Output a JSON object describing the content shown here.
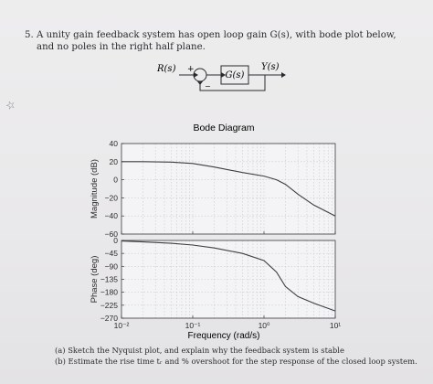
{
  "problem": {
    "number": "5.",
    "text": "A unity gain feedback system has open loop gain G(s), with bode plot below, and no poles in the right half plane."
  },
  "block_diagram": {
    "input_label": "R(s)",
    "output_label": "Y(s)",
    "block_label": "G(s)",
    "plus_sign": "+",
    "minus_sign": "−"
  },
  "pen_mark": "☆",
  "chart_data": {
    "type": "line",
    "title": "Bode Diagram",
    "xlabel": "Frequency (rad/s)",
    "x_scale": "log",
    "xlim": [
      0.01,
      10
    ],
    "x_ticks": [
      0.01,
      0.1,
      1,
      10
    ],
    "x_tick_labels": [
      "10⁻²",
      "10⁻¹",
      "10⁰",
      "10¹"
    ],
    "grid": true,
    "panels": [
      {
        "name": "magnitude",
        "ylabel": "Magnitude (dB)",
        "ylim": [
          -60,
          40
        ],
        "y_ticks": [
          40,
          20,
          0,
          -20,
          -40,
          -60
        ],
        "y_tick_labels": [
          "40",
          "20",
          "0",
          "−20",
          "−40",
          "−60"
        ],
        "x": [
          0.01,
          0.02,
          0.05,
          0.1,
          0.2,
          0.5,
          1,
          1.5,
          2,
          3,
          5,
          10
        ],
        "y": [
          20,
          20,
          19.5,
          18,
          14,
          8,
          4,
          0,
          -5,
          -16,
          -28,
          -40
        ]
      },
      {
        "name": "phase",
        "ylabel": "Phase (deg)",
        "ylim": [
          -270,
          0
        ],
        "y_ticks": [
          0,
          -45,
          -90,
          -135,
          -180,
          -225,
          -270
        ],
        "y_tick_labels": [
          "0",
          "−45",
          "−90",
          "−135",
          "−180",
          "−225",
          "−270"
        ],
        "x": [
          0.01,
          0.02,
          0.05,
          0.1,
          0.2,
          0.5,
          1,
          1.5,
          2,
          3,
          5,
          10
        ],
        "y": [
          -2,
          -5,
          -10,
          -16,
          -26,
          -45,
          -70,
          -110,
          -160,
          -195,
          -218,
          -245
        ]
      }
    ]
  },
  "parts": {
    "a": "(a) Sketch the Nyquist plot, and explain why the feedback system is stable",
    "b": "(b) Estimate the rise time tᵣ and % overshoot for the step response of the closed loop system."
  }
}
